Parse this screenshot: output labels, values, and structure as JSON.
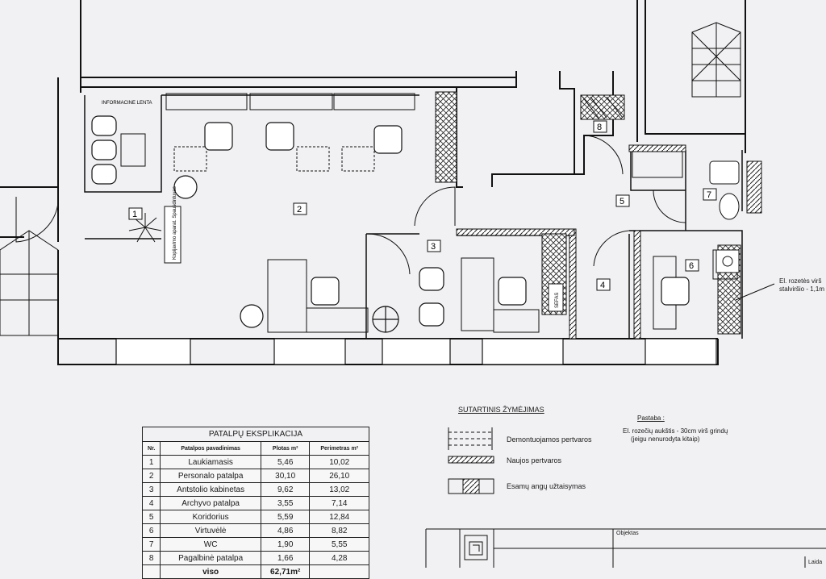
{
  "rooms": [
    "1",
    "2",
    "3",
    "4",
    "5",
    "6",
    "7",
    "8"
  ],
  "plan_labels": {
    "informacine_lenta": "INFORMACINE LENTA",
    "copier": "Kopijavimo aparat. Spausdintuvas",
    "sefas": "SEFAS",
    "socket_note": "El. rozetės virš stalviršio - 1,1m"
  },
  "legend": {
    "title": "SUTARTINIS ŽYMĖJIMAS",
    "items": [
      "Demontuojamos pertvaros",
      "Naujos pertvaros",
      "Esamų angų užtaisymas"
    ]
  },
  "note": {
    "title": "Pastaba :",
    "lines": [
      "El. rozečių aukštis - 30cm virš grindų",
      "(jeigu nenurodyta kitaip)"
    ]
  },
  "table": {
    "title": "PATALPŲ EKSPLIKACIJA",
    "headers": [
      "Nr.",
      "Patalpos pavadinimas",
      "Plotas m²",
      "Perimetras m²"
    ],
    "rows": [
      [
        "1",
        "Laukiamasis",
        "5,46",
        "10,02"
      ],
      [
        "2",
        "Personalo patalpa",
        "30,10",
        "26,10"
      ],
      [
        "3",
        "Antstolio kabinetas",
        "9,62",
        "13,02"
      ],
      [
        "4",
        "Archyvo patalpa",
        "3,55",
        "7,14"
      ],
      [
        "5",
        "Koridorius",
        "5,59",
        "12,84"
      ],
      [
        "6",
        "Virtuvėlė",
        "4,86",
        "8,82"
      ],
      [
        "7",
        "WC",
        "1,90",
        "5,55"
      ],
      [
        "8",
        "Pagalbinė patalpa",
        "1,66",
        "4,28"
      ]
    ],
    "total": [
      "viso",
      "62,71m²"
    ]
  },
  "title_block": {
    "objektas": "Objektas",
    "laida": "Laida"
  }
}
